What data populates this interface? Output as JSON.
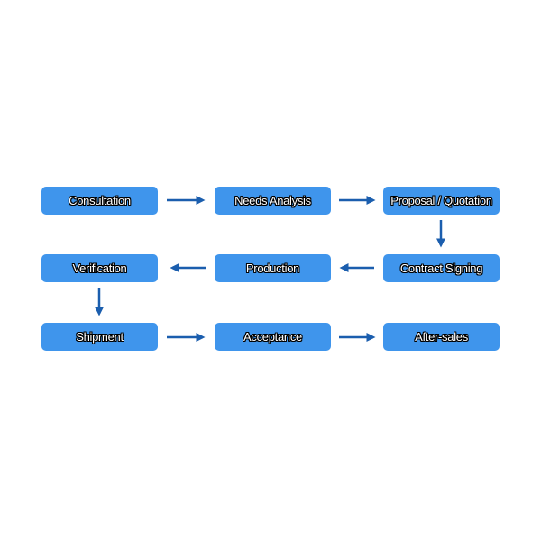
{
  "steps": [
    {
      "label": "Consultation"
    },
    {
      "label": "Needs Analysis"
    },
    {
      "label": "Proposal / Quotation"
    },
    {
      "label": "Contract Signing"
    },
    {
      "label": "Production"
    },
    {
      "label": "Verification"
    },
    {
      "label": "Shipment"
    },
    {
      "label": "Acceptance"
    },
    {
      "label": "After-sales"
    }
  ],
  "colors": {
    "box": "#3f95ec",
    "arrow": "#1b5eae"
  }
}
